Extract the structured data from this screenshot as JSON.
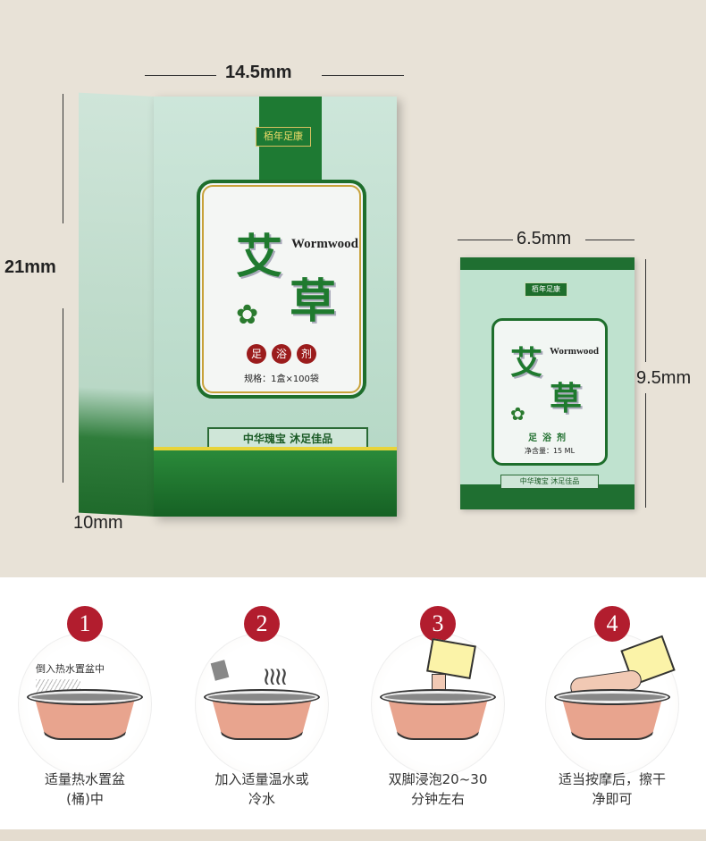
{
  "dimensions": {
    "box_width": "14.5mm",
    "box_height": "21mm",
    "box_depth": "10mm",
    "sachet_width": "6.5mm",
    "sachet_height": "9.5mm"
  },
  "product": {
    "brand": "栢年足康",
    "name_cn_1": "艾",
    "name_cn_2": "草",
    "name_en": "Wormwood",
    "type_chars": [
      "足",
      "浴",
      "剂"
    ],
    "box_spec": "规格：1盒×100袋",
    "sachet_spec": "净含量：15 ML",
    "slogan": "中华瑰宝  沐足佳品"
  },
  "steps": [
    {
      "number": "1",
      "caption_line1": "适量热水置盆",
      "caption_line2": "(桶)中",
      "illustration_text": "倒入热水置盆中"
    },
    {
      "number": "2",
      "caption_line1": "加入适量温水或",
      "caption_line2": "冷水"
    },
    {
      "number": "3",
      "caption_line1": "双脚浸泡20~30",
      "caption_line2": "分钟左右"
    },
    {
      "number": "4",
      "caption_line1": "适当按摩后，擦干",
      "caption_line2": "净即可"
    }
  ],
  "colors": {
    "green": "#1e7a33",
    "red": "#b21d2e",
    "beige": "#e8e2d7"
  }
}
